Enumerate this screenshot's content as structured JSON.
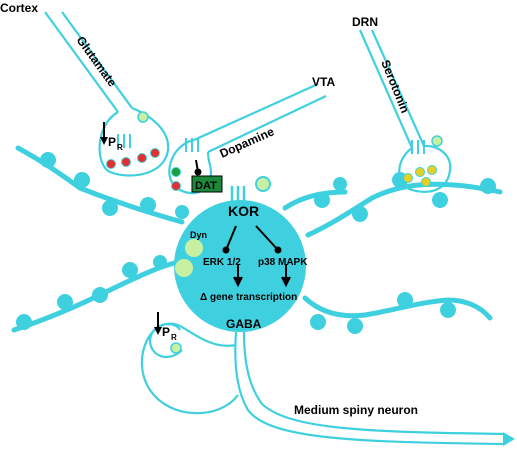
{
  "colors": {
    "neuron": "#3fd0df",
    "soma": "#3fd0df",
    "dat_box": "#1a8a3a",
    "vesicle_red": "#e03030",
    "vesicle_green": "#1ca03c",
    "vesicle_yellow": "#e8d020",
    "dyn_vesicle": "#c8f0a0"
  },
  "labels": {
    "cortex": "Cortex",
    "glutamate": "Glutamate",
    "vta": "VTA",
    "dopamine": "Dopamine",
    "drn": "DRN",
    "serotonin": "Serotonin",
    "pr_main": "P",
    "pr_sub": "R",
    "dat": "DAT",
    "kor": "KOR",
    "dyn": "Dyn",
    "erk": "ERK 1/2",
    "p38": "p38 MAPK",
    "gene_transcription": "Δ gene transcription",
    "gaba": "GABA",
    "medium_spiny_neuron": "Medium spiny neuron"
  }
}
